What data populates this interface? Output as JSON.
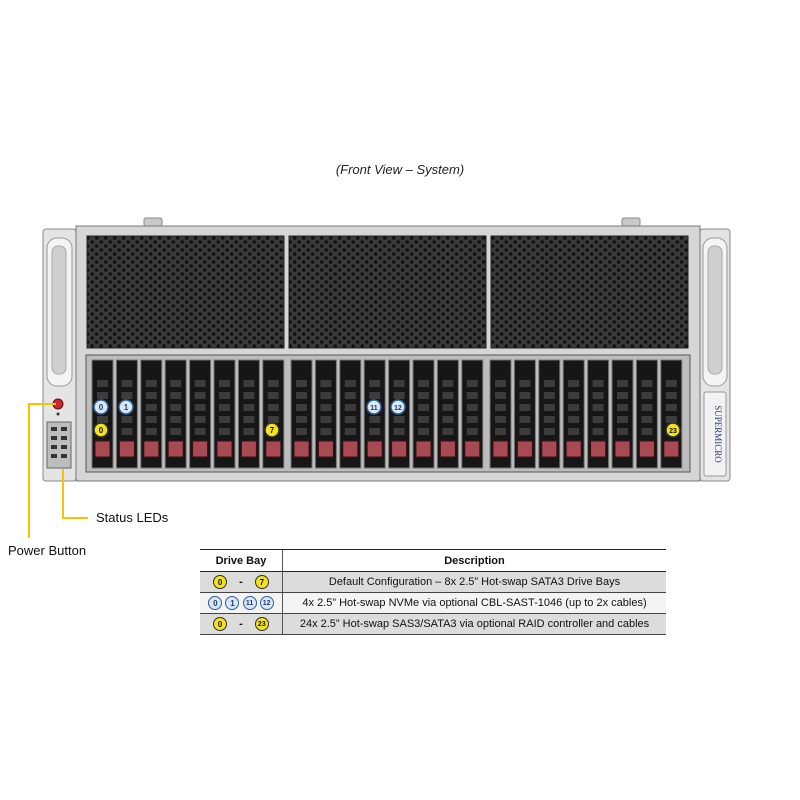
{
  "caption": "(Front View – System)",
  "brand": "SUPERMICRO",
  "callouts": {
    "status_leds": "Status LEDs",
    "power_button": "Power Button"
  },
  "drive_labels": {
    "nvme": [
      "0",
      "1",
      "11",
      "12"
    ],
    "sata": [
      "0",
      "7",
      "23"
    ]
  },
  "table": {
    "headers": [
      "Drive Bay",
      "Description"
    ],
    "rows": [
      {
        "badges": [
          "0",
          "7"
        ],
        "badge_style": "yellow",
        "separator": "-",
        "description": "Default  Configuration  – 8x 2.5” Hot-swap  SATA3  Drive  Bays"
      },
      {
        "badges": [
          "0",
          "1",
          "11",
          "12"
        ],
        "badge_style": "blue",
        "separator": "",
        "description": "4x 2.5” Hot-swap NVMe via optional CBL-SAST-1046  (up to 2x cables)"
      },
      {
        "badges": [
          "0",
          "23"
        ],
        "badge_style": "yellow",
        "separator": "-",
        "description": "24x 2.5” Hot-swap SAS3/SATA3 via optional RAID controller and cables"
      }
    ]
  },
  "colors": {
    "callout_line": "#f2c500",
    "badge_yellow": "#f3e21d",
    "badge_blue": "#d9e7f7",
    "drive_latch": "#a84a53"
  }
}
